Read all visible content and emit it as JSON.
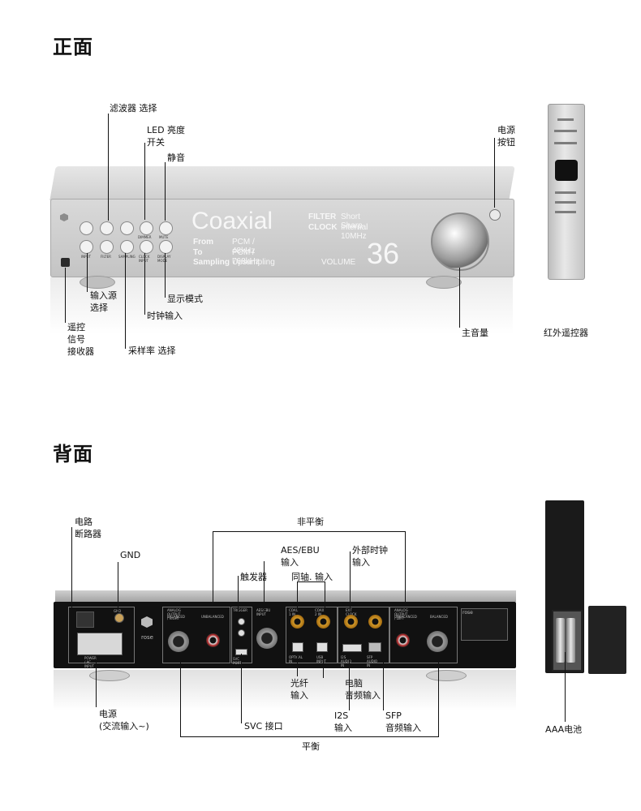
{
  "front": {
    "title": "正面",
    "display": {
      "source": "Coaxial",
      "filter_key": "FILTER",
      "filter_val": "Short Sharp",
      "clock_key": "CLOCK",
      "clock_val": "Internal 10MHz",
      "from_key": "From",
      "from_val": "PCM / 48kHz",
      "to_key": "To",
      "to_val": "PCM / 768kHz",
      "sampling_key": "Sampling",
      "sampling_val": "Upsampling",
      "volume_label": "VOLUME",
      "volume_value": "36"
    },
    "buttons_top": [
      "",
      "",
      "",
      "DIMMER",
      "MUTE"
    ],
    "buttons_bottom": [
      "INPUT",
      "FILTER",
      "SAMPLING",
      "CLOCK INPUT",
      "DISPLAY MODE"
    ],
    "labels": {
      "filter_select": "滤波器 选择",
      "led_switch": "LED 亮度\n开关",
      "mute": "静音",
      "power_button": "电源\n按钮",
      "input_select": "输入源\n选择",
      "remote_receiver": "遥控\n信号\n接收器",
      "display_mode": "显示模式",
      "clock_input": "时钟输入",
      "sample_rate_select": "采样率 选择",
      "main_volume": "主音量",
      "ir_remote": "红外遥控器"
    }
  },
  "rear": {
    "title": "背面",
    "labels": {
      "breaker": "电路\n断路器",
      "gnd": "GND",
      "unbalanced": "非平衡",
      "aes_ebu": "AES/EBU\n输入",
      "ext_clock": "外部时钟\n输入",
      "trigger": "触发器",
      "coax_input": "同轴. 输入",
      "optical": "光纤\n输入",
      "pc_audio": "电脑\n音频输入",
      "power_ac": "电源\n(交流输入~)",
      "svc": "SVC 接口",
      "i2s": "I2S\n输入",
      "sfp": "SFP\n音频输入",
      "balanced": "平衡",
      "aaa_battery": "AAA电池"
    },
    "panel_text": {
      "brand": "rose",
      "analog_right": "ANALOG OUTPUT / RIGHT",
      "analog_left": "ANALOG OUTPUT / LEFT",
      "balanced": "BALANCED",
      "unbalanced": "UNBALANCED",
      "trigger": "TRIGGER",
      "aesebu": "AES/EBU INPUT",
      "coax1": "COAX 1 IN",
      "coax2": "COAX 2 IN",
      "ext_clock": "EXT CLOCK INPUT",
      "optical": "OPTICAL IN",
      "usb": "USB INPUT",
      "sfp": "SFP AUDIO IN",
      "i2s": "I2S AUDIO IN",
      "svc": "SVC PORT",
      "power": "POWER / AC INPUT",
      "gnd": "GND"
    }
  }
}
